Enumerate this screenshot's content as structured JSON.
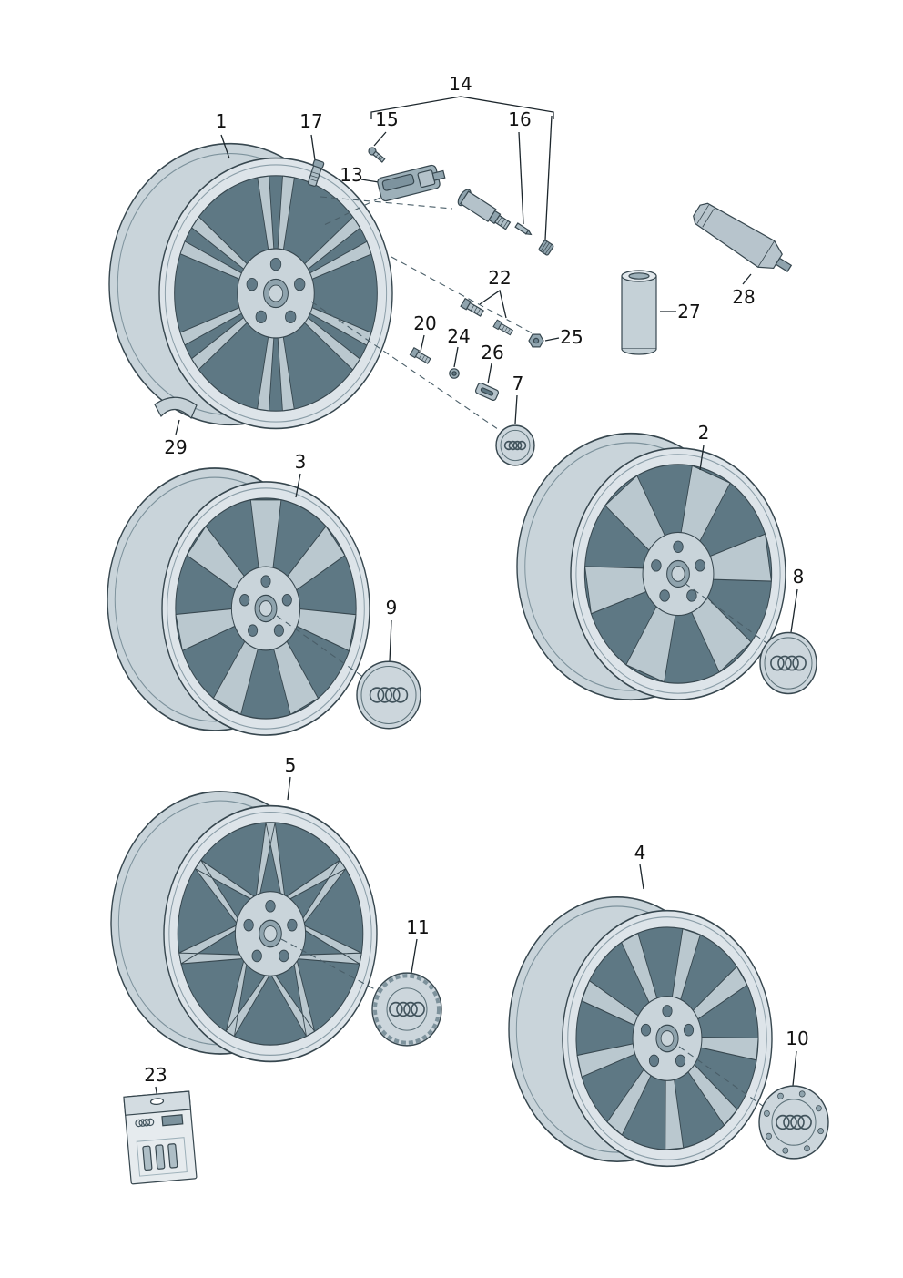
{
  "diagram": {
    "type": "exploded-parts-diagram",
    "labels": {
      "p1": "1",
      "p2": "2",
      "p3": "3",
      "p4": "4",
      "p5": "5",
      "p7": "7",
      "p8": "8",
      "p9": "9",
      "p10": "10",
      "p11": "11",
      "p13": "13",
      "p14": "14",
      "p15": "15",
      "p16": "16",
      "p17": "17",
      "p20": "20",
      "p22": "22",
      "p23": "23",
      "p24": "24",
      "p25": "25",
      "p26": "26",
      "p27": "27",
      "p28": "28",
      "p29": "29"
    },
    "icons": {
      "hub_cap_logo": "audi-rings"
    },
    "colors": {
      "line": "#37474f",
      "rim_light": "#dde4e9",
      "spoke": "#bac8cf",
      "dish_dark": "#5e7884",
      "label_text": "#121212"
    }
  }
}
